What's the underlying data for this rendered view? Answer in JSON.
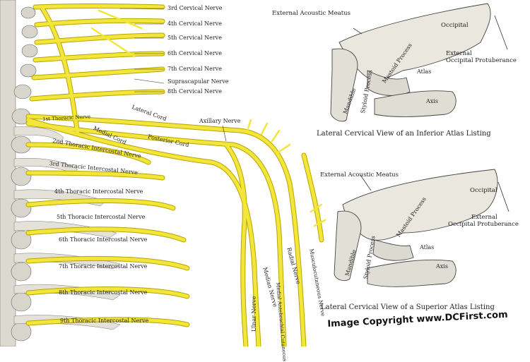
{
  "nerve_labels": {
    "c3": "3rd Cervical Nerve",
    "c4": "4th Cervical Nerve",
    "c5": "5th Cervical Nerve",
    "c6": "6th Cervical Nerve",
    "c7": "7th Cervical Nerve",
    "suprascapular": "Suprascapular Nerve",
    "c8": "8th Cervical Nerve",
    "t1": "1st Thoracic Nerve",
    "lateral_cord": "Lateral Cord",
    "medial_cord": "Medial Cord",
    "posterior_cord": "Posterior Cord",
    "axillary": "Axillary Nerve",
    "t2": "2nd Thoracic Intercostal Nerve",
    "t3": "3rd Thoracic Intercostal Nerve",
    "t4": "4th Thoracic Intercostal Nerve",
    "t5": "5th Thoracic Intercostal Nerve",
    "t6": "6th Thoracic Intercostal Nerve",
    "t7": "7th Thoracic Intercostal Nerve",
    "t8": "8th Thoracic Intercostal Nerve",
    "t9": "9th Thoracic Intercostal Nerve",
    "ulnar": "Ulnar Nerve",
    "median": "Median Nerve",
    "radial": "Radial Nerve",
    "musculocutaneous": "Musculocutaneous Nerve",
    "medial_antebrachial": "Medial Antebrachial Cutaneous"
  },
  "inferior_view": {
    "external_acoustic_meatus": "External Acoustic Meatus",
    "occipital": "Occipital",
    "external_occipital_protuberance_1": "External",
    "external_occipital_protuberance_2": "Occipital Protuberance",
    "mastoid_process": "Mastoid Process",
    "styloid_process": "Styloid Process",
    "mandible": "Mandible",
    "atlas": "Atlas",
    "axis": "Axis",
    "caption": "Lateral Cervical View of an Inferior Atlas Listing"
  },
  "superior_view": {
    "external_acoustic_meatus": "External Acoustic Meatus",
    "occipital": "Occipital",
    "external_occipital_protuberance_1": "External",
    "external_occipital_protuberance_2": "Occipital Protuberance",
    "mastoid_process": "Mastoid Process",
    "styloid_process": "Styloid Process",
    "mandible": "Mandible",
    "atlas": "Atlas",
    "axis": "Axis",
    "caption": "Lateral Cervical View of a Superior Atlas Listing"
  },
  "copyright": "Image Copyright www.DCFirst.com",
  "colors": {
    "nerve": "#f3e63a",
    "nerve_outline": "#b8a300",
    "bone": "#e8e6dc",
    "bone_outline": "#555555"
  }
}
